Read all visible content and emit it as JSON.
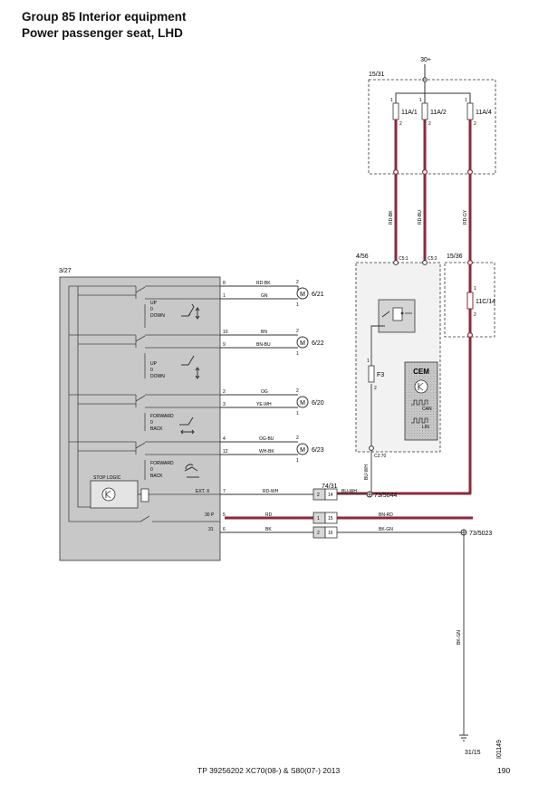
{
  "header": {
    "line1": "Group 85 Interior equipment",
    "line2": "Power passenger seat, LHD"
  },
  "footer": {
    "doc": "TP 39256202 XC70(08-) & S80(07-) 2013",
    "page": "190"
  },
  "colors": {
    "power_wire": "#8b2a3c",
    "thin_wire": "#333333",
    "module_fill": "#c8c8c8",
    "box_fill": "#e4e4e4"
  },
  "supply": "30+",
  "fusebox": {
    "id": "15/31",
    "fuses": [
      "11A/1",
      "11A/2",
      "11A/4"
    ],
    "pin_top": "1",
    "pin_bottom": "2"
  },
  "fusebox2": {
    "id": "15/36",
    "fuse": "11C/14",
    "pin_top": "1",
    "pin_bottom": "2"
  },
  "vertical_wires": [
    "RD-BK",
    "RD-BU",
    "RD-GY"
  ],
  "cem": {
    "id": "4/56",
    "label": "CEM",
    "fuse": "F3",
    "pin_top": "1",
    "pin_bottom": "2",
    "connectors": [
      "C5:1",
      "C5:2",
      "C2:70"
    ],
    "bus": [
      "CAN",
      "LIN"
    ],
    "output_wire": "BU-WH"
  },
  "seat_module": {
    "id": "3/27",
    "labels": {
      "up": "UP",
      "zero": "0",
      "down": "DOWN",
      "forward": "FORWARD",
      "back": "BACK",
      "stop": "STOP LOGIC",
      "extx": "EXT. X",
      "p30": "30 P",
      "p31": "31"
    }
  },
  "motor_rows": [
    {
      "pin": "8",
      "color": "RD-BK"
    },
    {
      "pin": "1",
      "color": "GN"
    },
    {
      "pin": "10",
      "color": "BN"
    },
    {
      "pin": "9",
      "color": "BN-BU"
    },
    {
      "pin": "2",
      "color": "OG"
    },
    {
      "pin": "3",
      "color": "YE-WH"
    },
    {
      "pin": "4",
      "color": "OG-BU"
    },
    {
      "pin": "12",
      "color": "WH-BK"
    }
  ],
  "motors": [
    {
      "id": "6/21",
      "pin1": "2",
      "pin2": "1"
    },
    {
      "id": "6/22",
      "pin1": "2",
      "pin2": "1"
    },
    {
      "id": "6/20",
      "pin1": "2",
      "pin2": "1"
    },
    {
      "id": "6/23",
      "pin1": "2",
      "pin2": "1"
    }
  ],
  "bottom_rows": [
    {
      "pin": "7",
      "color": "RD-WH"
    },
    {
      "pin": "5",
      "color": "RD"
    },
    {
      "pin": "6",
      "color": "BK"
    }
  ],
  "connector": {
    "id": "74/31",
    "pins_left": [
      "2",
      "1",
      "2"
    ],
    "pins_right": [
      "14",
      "15",
      "16"
    ]
  },
  "right_wires": [
    "BU-WH",
    "BN-RD",
    "BK-GN"
  ],
  "grounds": {
    "g1": "73/5044",
    "g2": "73/5023",
    "ground_wire": "BK-GN",
    "chassis": "31/15"
  },
  "drawing_id": "I01149"
}
